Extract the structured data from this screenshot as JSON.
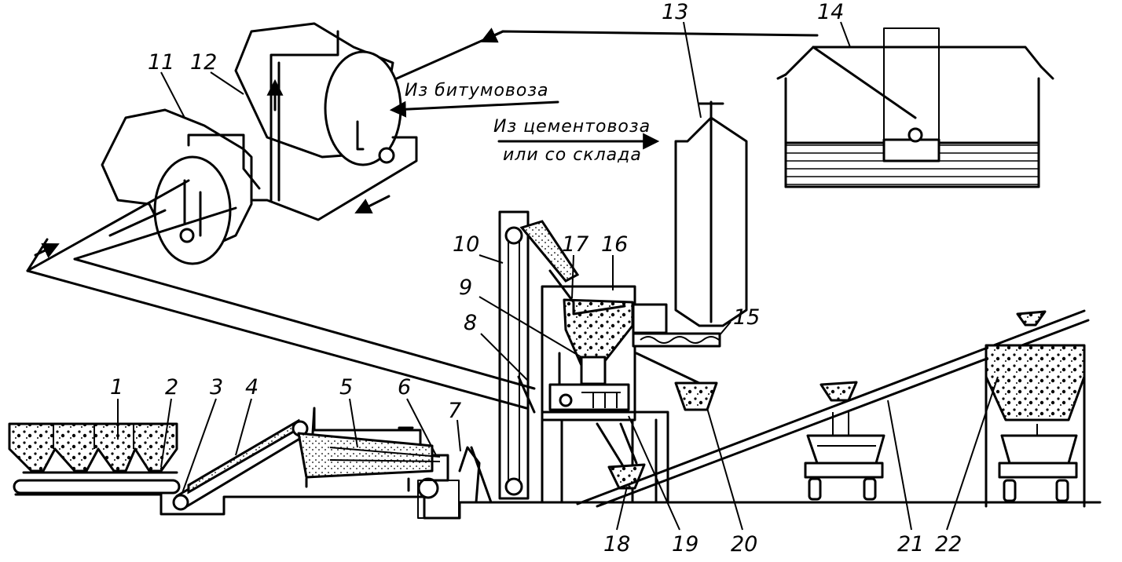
{
  "diagram": {
    "labels": [
      "1",
      "2",
      "3",
      "4",
      "5",
      "6",
      "7",
      "8",
      "9",
      "10",
      "11",
      "12",
      "13",
      "14",
      "15",
      "16",
      "17",
      "18",
      "19",
      "20",
      "21",
      "22"
    ],
    "annotations": {
      "bitumen_in": "Из  битумовоза",
      "cement_in_line1": "Из цементовоза",
      "cement_in_line2": "или со склада"
    }
  }
}
